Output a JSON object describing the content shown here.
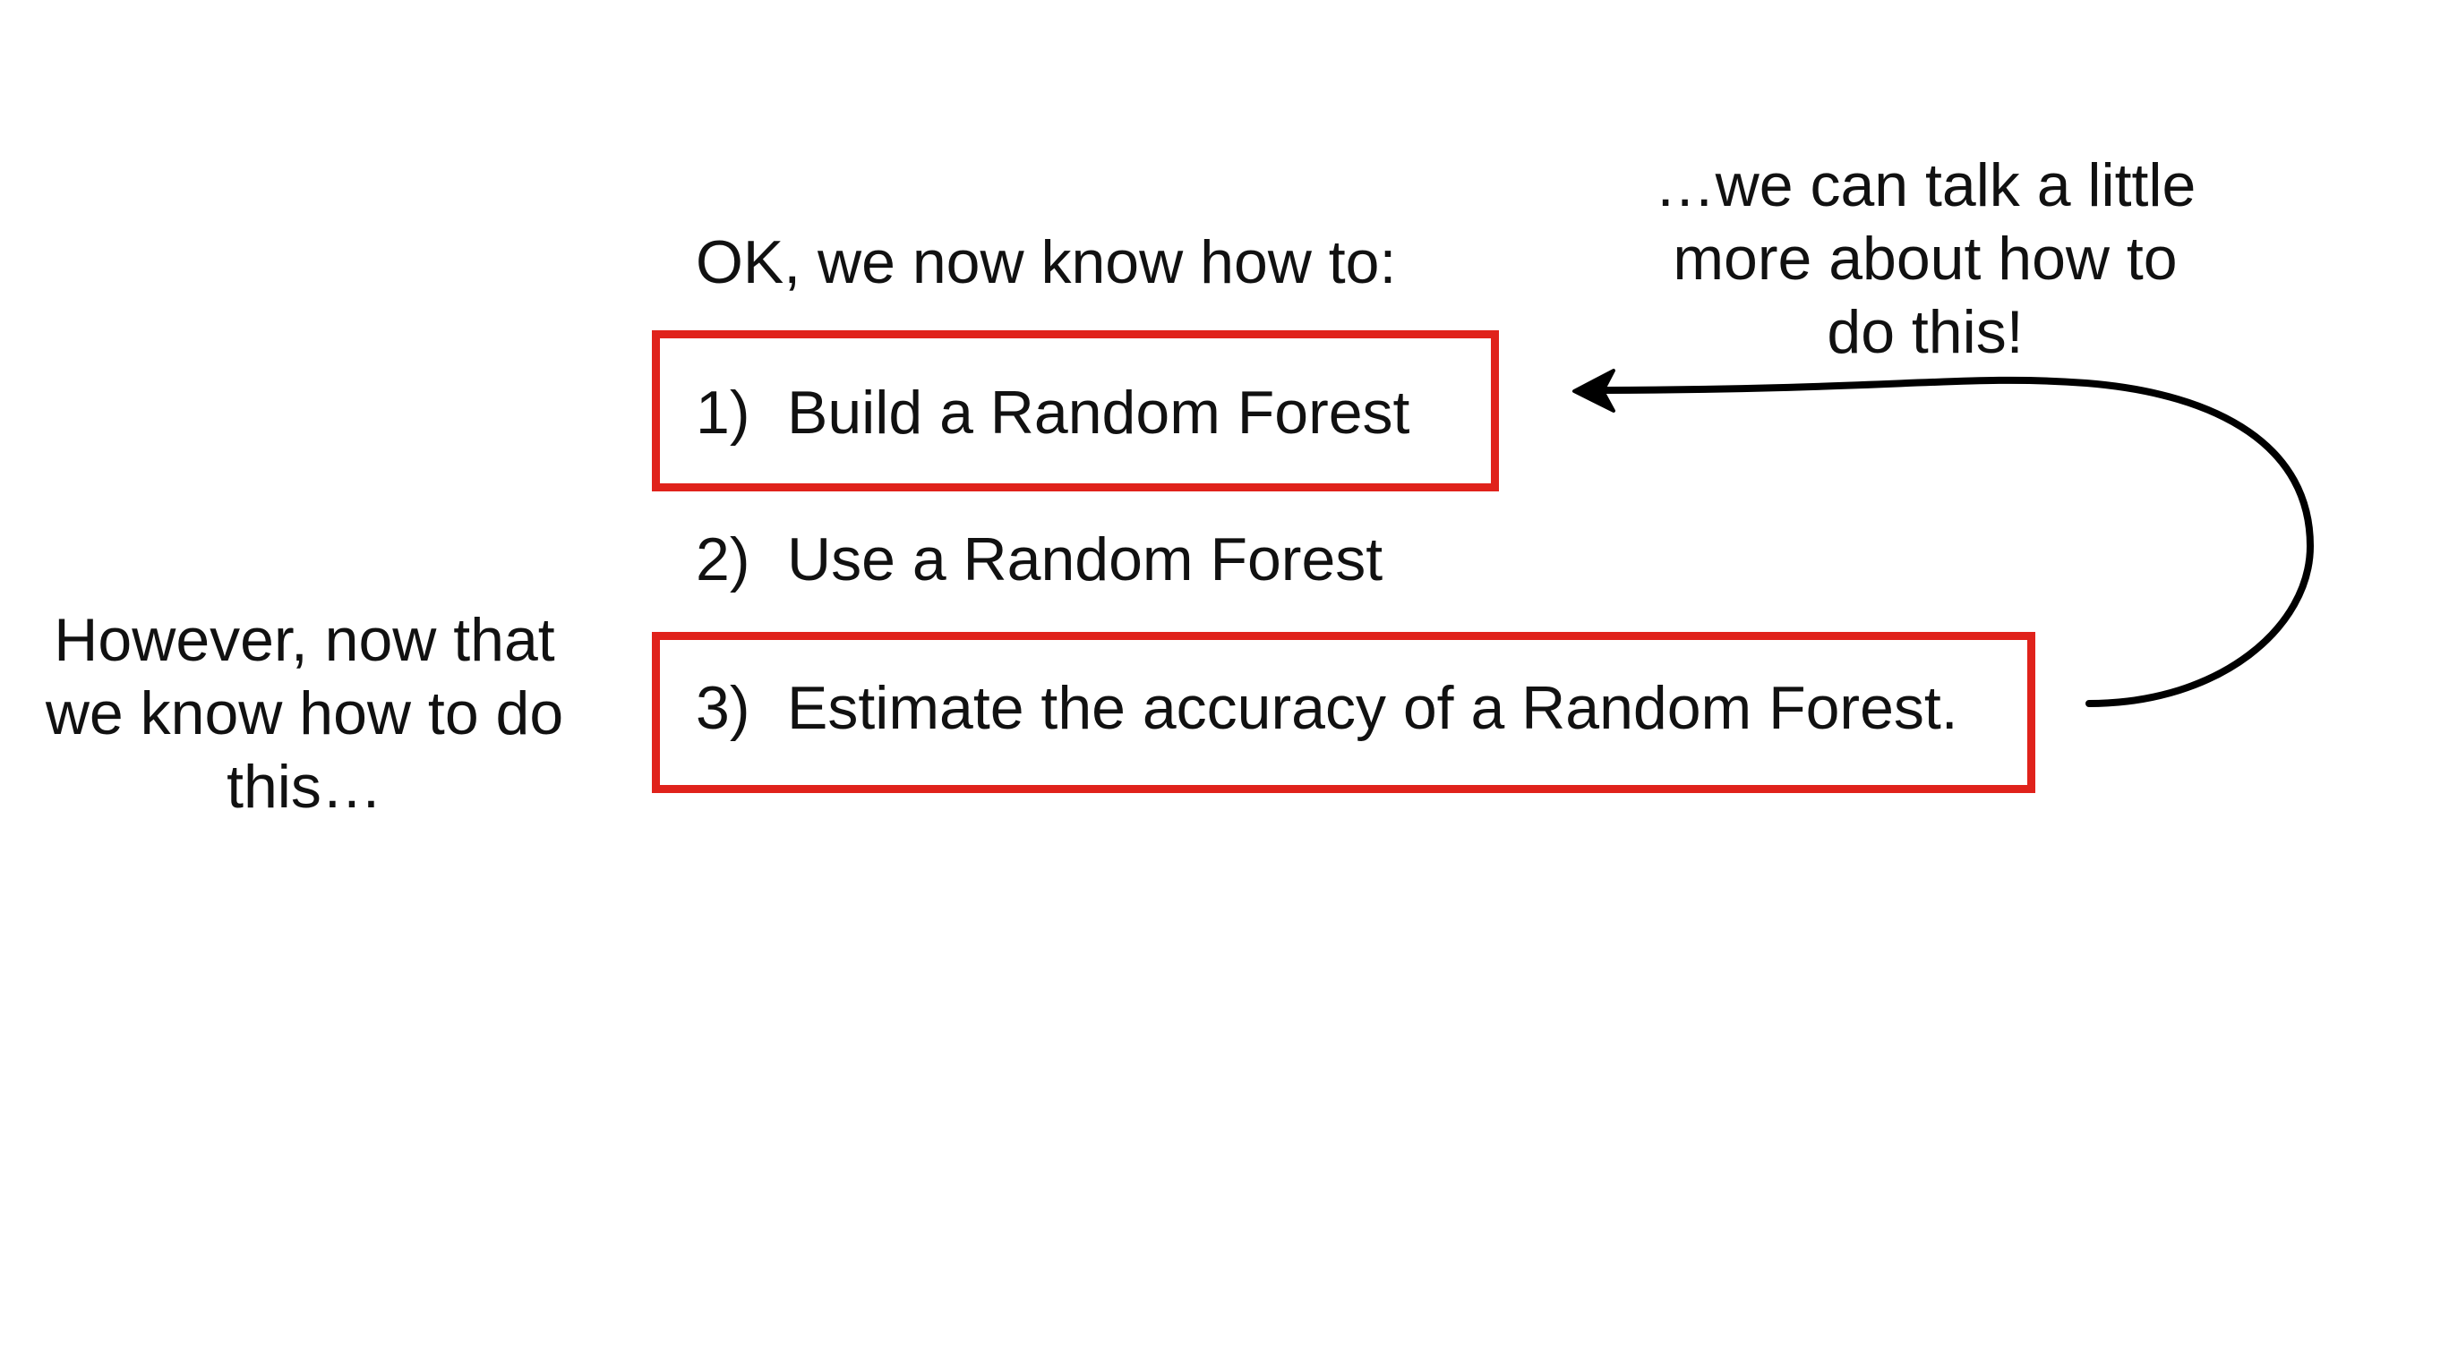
{
  "slide": {
    "heading": "OK, we now know how to:",
    "items": [
      {
        "number": "1)",
        "text": "Build a Random Forest",
        "highlighted": true
      },
      {
        "number": "2)",
        "text": "Use a Random Forest",
        "highlighted": false
      },
      {
        "number": "3)",
        "text": "Estimate the accuracy of a Random Forest.",
        "highlighted": true
      }
    ],
    "note_left": "However, now that\nwe know how to do\nthis…",
    "note_right": "…we can talk a little\nmore about how to\ndo this!",
    "colors": {
      "highlight": "#e0221b",
      "text": "#111111",
      "arrow": "#000000"
    }
  }
}
